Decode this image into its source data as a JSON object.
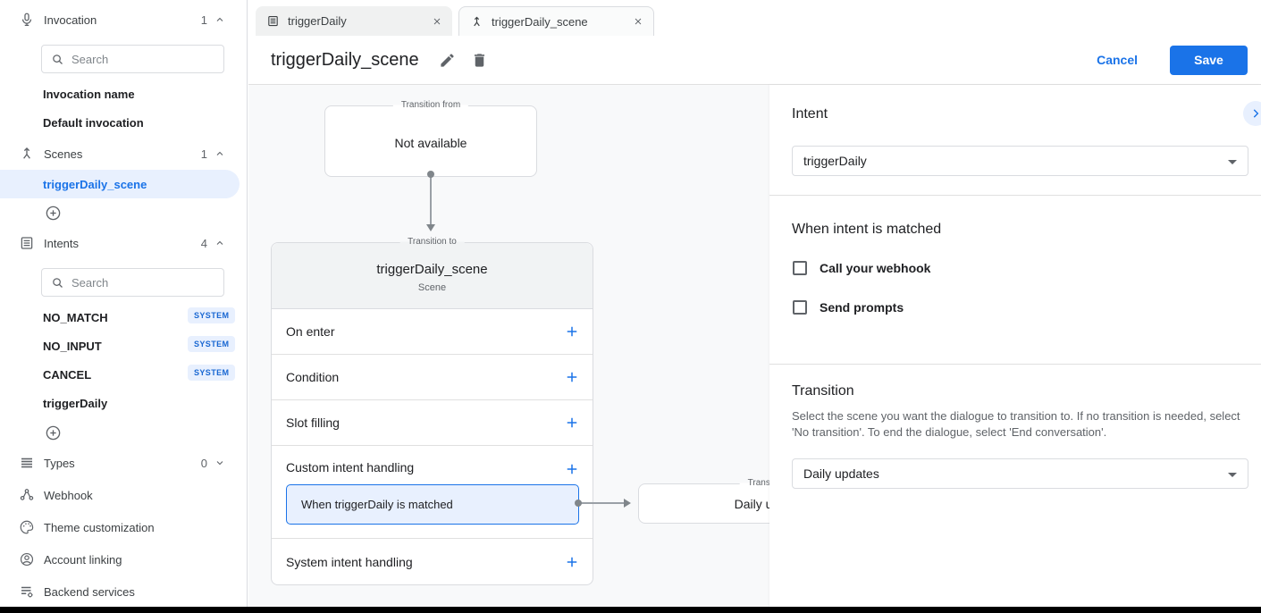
{
  "colors": {
    "accent": "#1a73e8",
    "badge_bg": "#e8f0fe",
    "badge_text": "#1967d2",
    "canvas_bg": "#f8f9fa"
  },
  "sidebar": {
    "invocation": {
      "label": "Invocation",
      "count": "1",
      "search_placeholder": "Search",
      "items": [
        {
          "label": "Invocation name"
        },
        {
          "label": "Default invocation"
        }
      ]
    },
    "scenes": {
      "label": "Scenes",
      "count": "1",
      "items": [
        {
          "label": "triggerDaily_scene",
          "selected": true
        }
      ]
    },
    "intents": {
      "label": "Intents",
      "count": "4",
      "search_placeholder": "Search",
      "items": [
        {
          "label": "NO_MATCH",
          "badge": "SYSTEM"
        },
        {
          "label": "NO_INPUT",
          "badge": "SYSTEM"
        },
        {
          "label": "CANCEL",
          "badge": "SYSTEM"
        },
        {
          "label": "triggerDaily",
          "badge": ""
        }
      ]
    },
    "types": {
      "label": "Types",
      "count": "0"
    },
    "links": [
      {
        "label": "Webhook"
      },
      {
        "label": "Theme customization"
      },
      {
        "label": "Account linking"
      },
      {
        "label": "Backend services"
      }
    ]
  },
  "tabs": [
    {
      "label": "triggerDaily",
      "icon": "intent-icon"
    },
    {
      "label": "triggerDaily_scene",
      "icon": "scene-icon",
      "active": true
    }
  ],
  "header": {
    "title": "triggerDaily_scene",
    "cancel_label": "Cancel",
    "save_label": "Save"
  },
  "canvas": {
    "transition_from": {
      "legend": "Transition from",
      "text": "Not available"
    },
    "scene_card": {
      "legend": "Transition to",
      "title": "triggerDaily_scene",
      "subtitle": "Scene",
      "rows": [
        {
          "label": "On enter"
        },
        {
          "label": "Condition"
        },
        {
          "label": "Slot filling"
        },
        {
          "label": "Custom intent handling"
        },
        {
          "label": "System intent handling"
        }
      ],
      "handler": "When triggerDaily is matched"
    },
    "destination": {
      "legend": "Transition to",
      "text": "Daily updates"
    }
  },
  "panel": {
    "intent": {
      "heading": "Intent",
      "value": "triggerDaily"
    },
    "matched": {
      "heading": "When intent is matched",
      "checkboxes": [
        {
          "label": "Call your webhook",
          "checked": false
        },
        {
          "label": "Send prompts",
          "checked": false
        }
      ]
    },
    "transition": {
      "heading": "Transition",
      "description": "Select the scene you want the dialogue to transition to. If no transition is needed, select 'No transition'. To end the dialogue, select 'End conversation'.",
      "value": "Daily updates"
    }
  }
}
